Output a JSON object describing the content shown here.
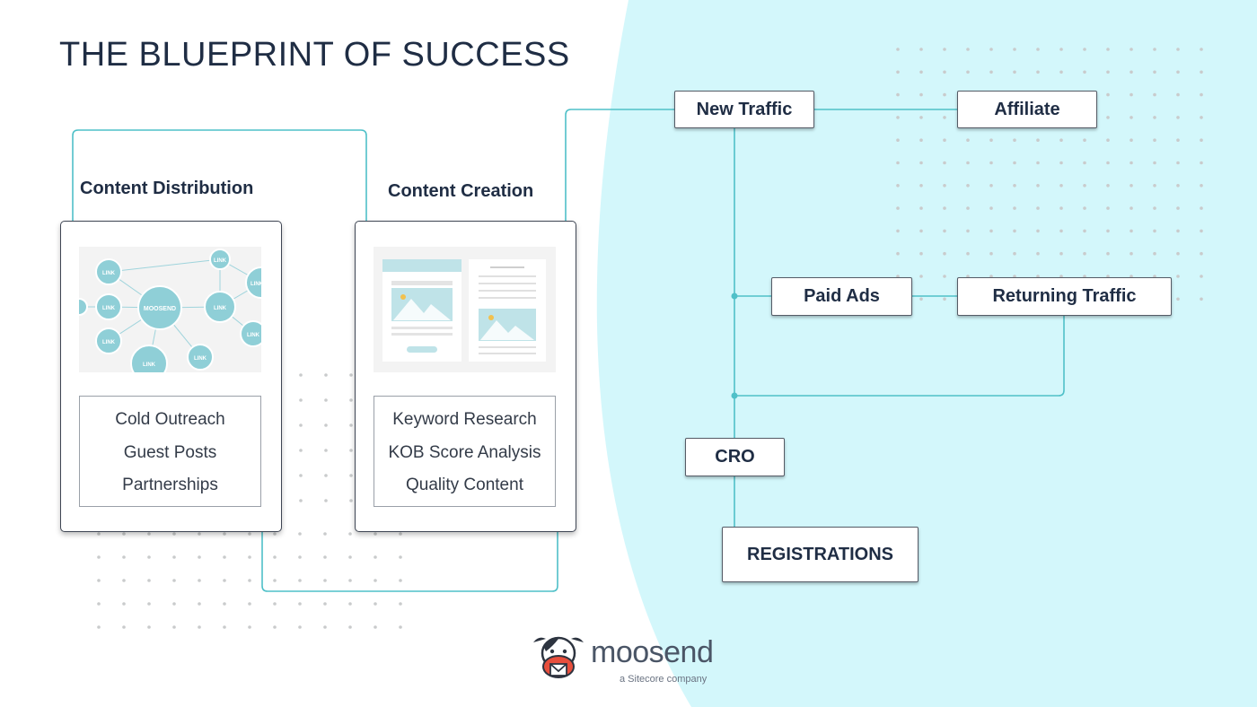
{
  "title": "THE BLUEPRINT OF SUCCESS",
  "colors": {
    "background": "#ffffff",
    "accent_bg": "#d3f7fb",
    "line": "#4fc0c8",
    "text": "#1f2d44",
    "dot": "#c9cbcc",
    "illus": "#8fcfd7"
  },
  "distribution": {
    "label": "Content Distribution",
    "illustration": {
      "center": "MOOSEND",
      "node": "LINK"
    },
    "items": [
      "Cold Outreach",
      "Guest Posts",
      "Partnerships"
    ]
  },
  "creation": {
    "label": "Content Creation",
    "items": [
      "Keyword Research",
      "KOB Score Analysis",
      "Quality Content"
    ]
  },
  "flow": {
    "new_traffic": "New Traffic",
    "affiliate": "Affiliate",
    "paid_ads": "Paid Ads",
    "returning_traffic": "Returning Traffic",
    "cro": "CRO",
    "registrations": "REGISTRATIONS"
  },
  "logo": {
    "name": "moosend",
    "tagline": "a Sitecore company"
  }
}
